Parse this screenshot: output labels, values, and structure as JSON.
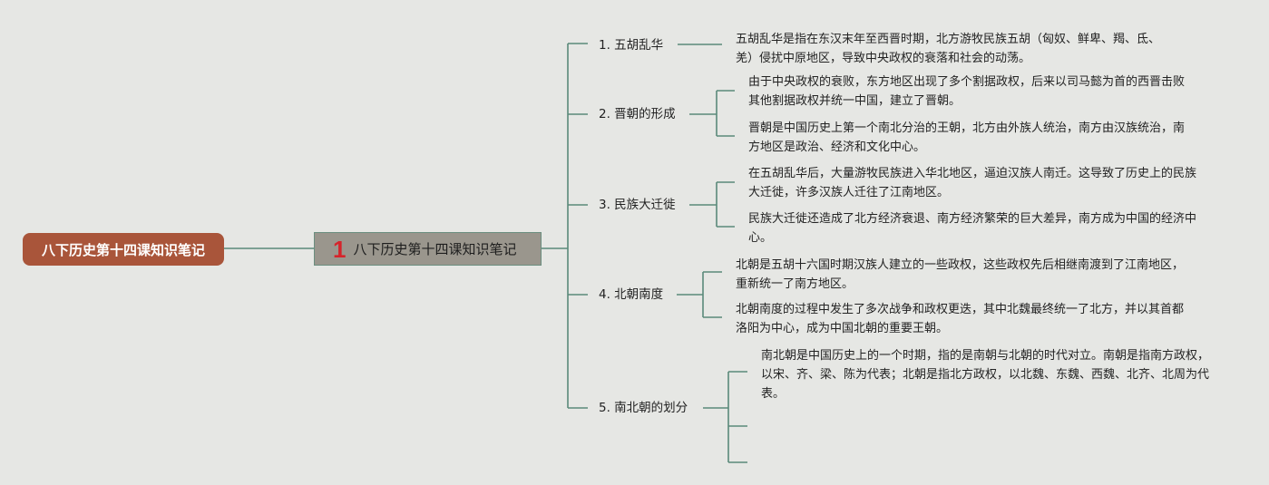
{
  "root": {
    "label": "八下历史第十四课知识笔记"
  },
  "main": {
    "number": "1",
    "label": "八下历史第十四课知识笔记"
  },
  "topics": [
    {
      "label": "1. 五胡乱华",
      "notes": [
        "五胡乱华是指在东汉末年至西晋时期，北方游牧民族五胡（匈奴、鲜卑、羯、氐、羌）侵扰中原地区，导致中央政权的衰落和社会的动荡。"
      ]
    },
    {
      "label": "2. 晋朝的形成",
      "notes": [
        "由于中央政权的衰败，东方地区出现了多个割据政权，后来以司马懿为首的西晋击败其他割据政权并统一中国，建立了晋朝。",
        "晋朝是中国历史上第一个南北分治的王朝，北方由外族人统治，南方由汉族统治，南方地区是政治、经济和文化中心。"
      ]
    },
    {
      "label": "3. 民族大迁徙",
      "notes": [
        "在五胡乱华后，大量游牧民族进入华北地区，逼迫汉族人南迁。这导致了历史上的民族大迁徙，许多汉族人迁往了江南地区。",
        "民族大迁徙还造成了北方经济衰退、南方经济繁荣的巨大差异，南方成为中国的经济中心。"
      ]
    },
    {
      "label": "4. 北朝南度",
      "notes": [
        "北朝是五胡十六国时期汉族人建立的一些政权，这些政权先后相继南渡到了江南地区，重新统一了南方地区。",
        "北朝南度的过程中发生了多次战争和政权更迭，其中北魏最终统一了北方，并以其首都洛阳为中心，成为中国北朝的重要王朝。"
      ]
    },
    {
      "label": "5. 南北朝的划分",
      "notes": [
        "南北朝是中国历史上的一个时期，指的是南朝与北朝的时代对立。南朝是指南方政权，以宋、齐、梁、陈为代表；北朝是指北方政权，以北魏、东魏、西魏、北齐、北周为代表。",
        "",
        ""
      ]
    }
  ],
  "colors": {
    "line": "#5a8a7a",
    "root_fill": "#a9553a",
    "main_fill": "#9a968d",
    "main_number": "#d6242b"
  }
}
